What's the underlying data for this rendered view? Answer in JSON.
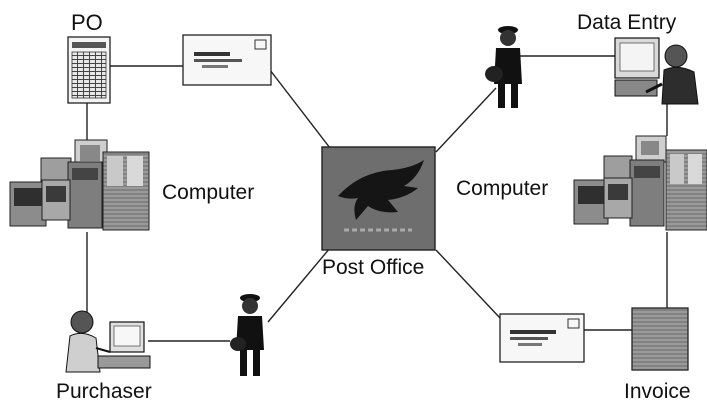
{
  "labels": {
    "po": "PO",
    "computer_left": "Computer",
    "purchaser": "Purchaser",
    "post_office": "Post Office",
    "computer_right": "Computer",
    "data_entry": "Data Entry",
    "invoice": "Invoice"
  },
  "icons": {
    "po_document": "document-icon",
    "envelope_top": "envelope-icon",
    "computer_left": "mainframe-computer-icon",
    "purchaser": "person-at-terminal-icon",
    "mailman_bottom": "mail-carrier-icon",
    "post_office": "post-office-eagle-icon",
    "mailman_top": "mail-carrier-icon",
    "data_entry": "person-at-terminal-icon",
    "computer_right": "mainframe-computer-icon",
    "envelope_bottom": "envelope-icon",
    "invoice_document": "document-icon"
  }
}
